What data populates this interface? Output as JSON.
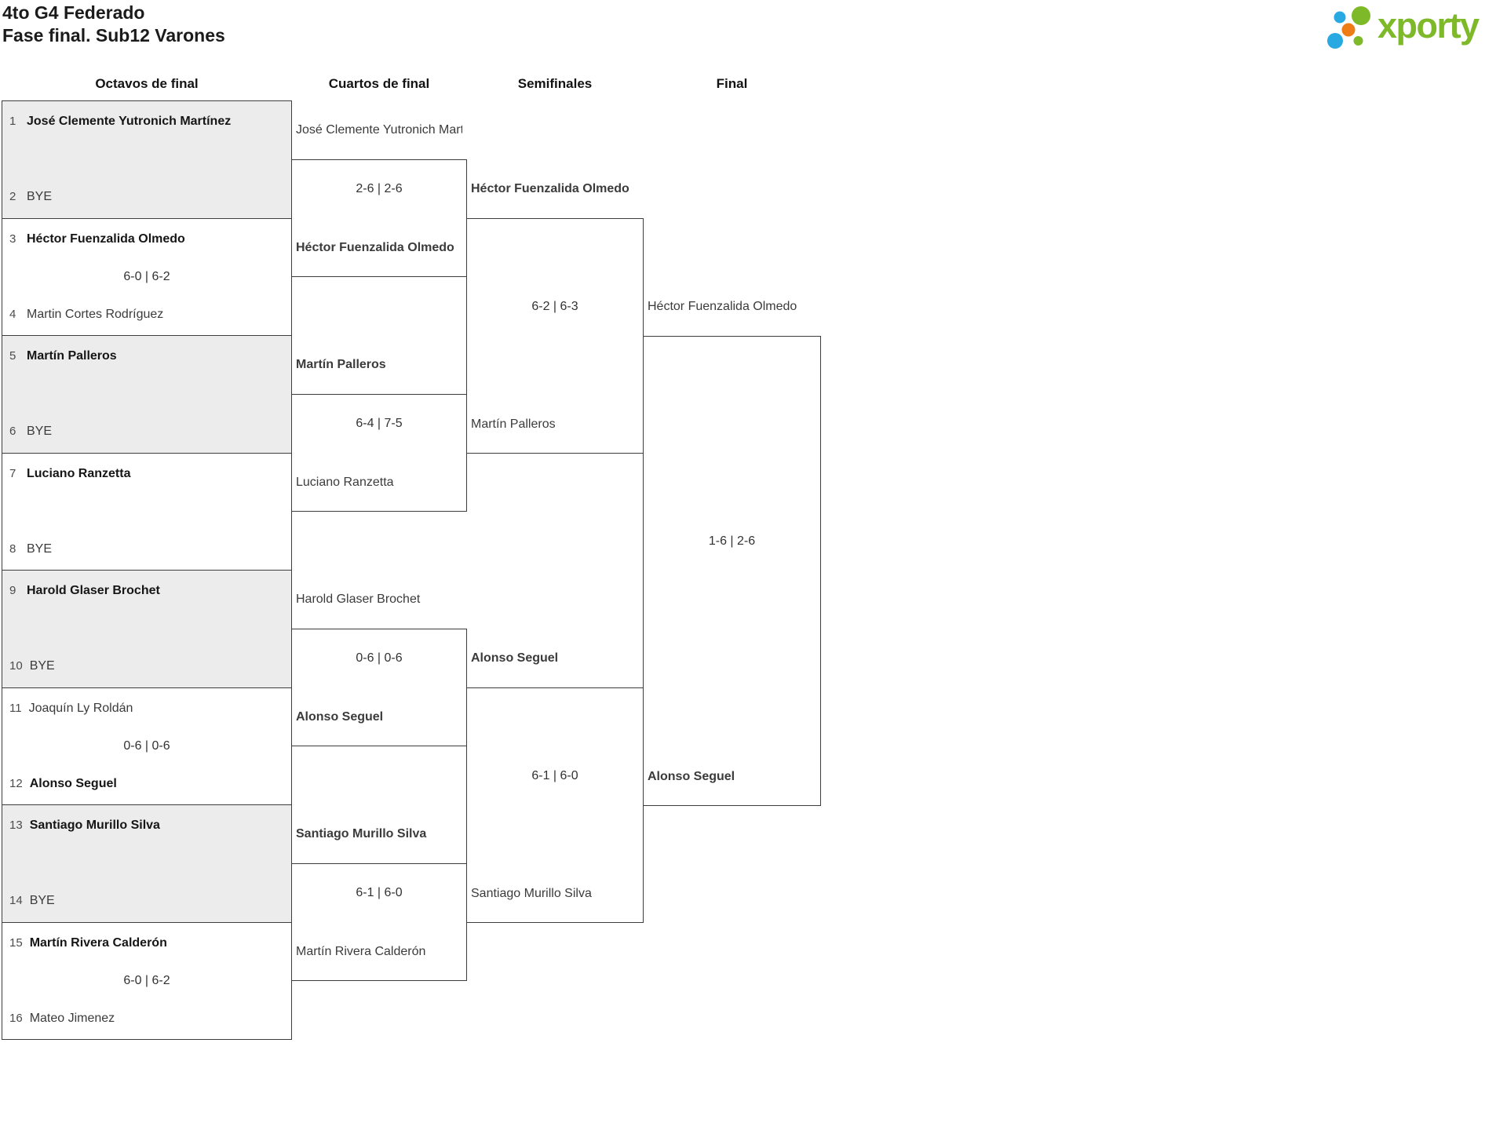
{
  "page_title": {
    "line1": "4to G4 Federado",
    "line2": "Fase final. Sub12 Varones"
  },
  "logo": {
    "text": "xporty",
    "colors": {
      "green": "#7db928",
      "blue": "#29a9e1",
      "orange": "#ee7d18"
    }
  },
  "rounds": {
    "octavos": "Octavos de final",
    "cuartos": "Cuartos de final",
    "semifinales": "Semifinales",
    "final": "Final"
  },
  "colors": {
    "shaded_box": "#ececec",
    "box_border": "#3d3d3d"
  },
  "bracket": {
    "octavos": [
      {
        "seed1": "1",
        "player1": "José Clemente Yutronich Martínez",
        "winner1": true,
        "seed2": "2",
        "player2": "BYE",
        "winner2": false,
        "score": "",
        "shaded": true
      },
      {
        "seed1": "3",
        "player1": "Héctor Fuenzalida Olmedo",
        "winner1": true,
        "seed2": "4",
        "player2": "Martin Cortes Rodríguez",
        "winner2": false,
        "score": "6-0 | 6-2",
        "shaded": false
      },
      {
        "seed1": "5",
        "player1": "Martín Palleros",
        "winner1": true,
        "seed2": "6",
        "player2": "BYE",
        "winner2": false,
        "score": "",
        "shaded": true
      },
      {
        "seed1": "7",
        "player1": "Luciano Ranzetta",
        "winner1": true,
        "seed2": "8",
        "player2": "BYE",
        "winner2": false,
        "score": "",
        "shaded": false
      },
      {
        "seed1": "9",
        "player1": "Harold Glaser Brochet",
        "winner1": true,
        "seed2": "10",
        "player2": "BYE",
        "winner2": false,
        "score": "",
        "shaded": true
      },
      {
        "seed1": "11",
        "player1": "Joaquín Ly Roldán",
        "winner1": false,
        "seed2": "12",
        "player2": "Alonso Seguel",
        "winner2": true,
        "score": "0-6 | 0-6",
        "shaded": false
      },
      {
        "seed1": "13",
        "player1": "Santiago Murillo Silva",
        "winner1": true,
        "seed2": "14",
        "player2": "BYE",
        "winner2": false,
        "score": "",
        "shaded": true
      },
      {
        "seed1": "15",
        "player1": "Martín Rivera Calderón",
        "winner1": true,
        "seed2": "16",
        "player2": "Mateo Jimenez",
        "winner2": false,
        "score": "6-0 | 6-2",
        "shaded": false
      }
    ],
    "cuartos": [
      {
        "player1": "José Clemente Yutronich Martínez",
        "winner1": false,
        "player2": "Héctor Fuenzalida Olmedo",
        "winner2": true,
        "score": "2-6 | 2-6"
      },
      {
        "player1": "Martín Palleros",
        "winner1": true,
        "player2": "Luciano Ranzetta",
        "winner2": false,
        "score": "6-4 | 7-5"
      },
      {
        "player1": "Harold Glaser Brochet",
        "winner1": false,
        "player2": "Alonso Seguel",
        "winner2": true,
        "score": "0-6 | 0-6"
      },
      {
        "player1": "Santiago Murillo Silva",
        "winner1": true,
        "player2": "Martín Rivera Calderón",
        "winner2": false,
        "score": "6-1 | 6-0"
      }
    ],
    "semifinales": [
      {
        "player1": "Héctor Fuenzalida Olmedo",
        "winner1": true,
        "player2": "Martín Palleros",
        "winner2": false,
        "score": "6-2 | 6-3"
      },
      {
        "player1": "Alonso Seguel",
        "winner1": true,
        "player2": "Santiago Murillo Silva",
        "winner2": false,
        "score": "6-1 | 6-0"
      }
    ],
    "final": {
      "player1": "Héctor Fuenzalida Olmedo",
      "winner1": false,
      "player2": "Alonso Seguel",
      "winner2": true,
      "score": "1-6 | 2-6"
    }
  }
}
